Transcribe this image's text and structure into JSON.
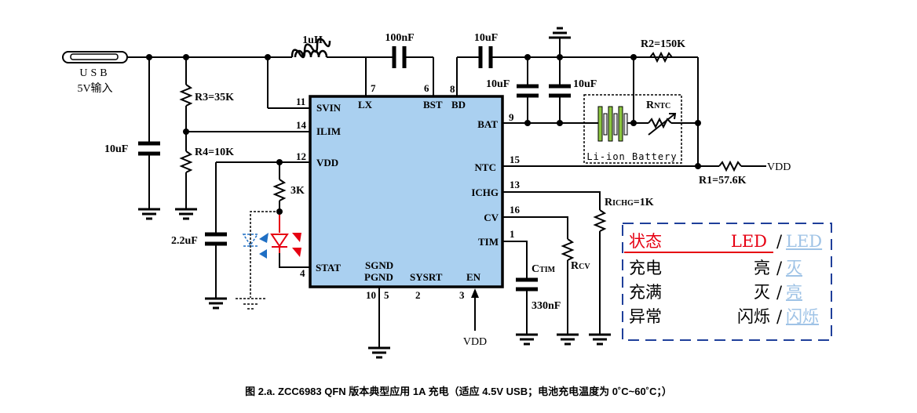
{
  "colors": {
    "ic_fill": "#aad0f0",
    "led_red": "#e60012",
    "led_blue": "#1f6fc4",
    "legend_border": "#1f3f9a",
    "legend_alt_text": "#9fc3e6",
    "battery_green": "#8cc63f"
  },
  "usb": {
    "line1": "USB",
    "line2": "5V输入"
  },
  "components": {
    "c_in": "10uF",
    "r3": "R3=35K",
    "r4": "R4=10K",
    "inductor": "1uH",
    "c_bst": "100nF",
    "c_bd": "10uF",
    "c_bat1": "10uF",
    "c_bat2": "10uF",
    "r2": "R2=150K",
    "r1": "R1=57.6K",
    "rntc_main": "R",
    "rntc_sub": "NTC",
    "battery": "Li-ion Battery",
    "vdd_ntc": "VDD",
    "r_3k": "3K",
    "c_vdd": "2.2uF",
    "richg_main": "R",
    "richg_sub": "ICHG",
    "richg_val": "=1K",
    "rcv_main": "R",
    "rcv_sub": "CV",
    "ctim_main": "C",
    "ctim_sub": "TIM",
    "ctim_val": "330nF",
    "en_vdd": "VDD"
  },
  "ic": {
    "pins_left": [
      {
        "num": "11",
        "name": "SVIN"
      },
      {
        "num": "14",
        "name": "ILIM"
      },
      {
        "num": "12",
        "name": "VDD"
      },
      {
        "num": "4",
        "name": "STAT"
      }
    ],
    "pins_top": [
      {
        "num": "7",
        "name": "LX"
      },
      {
        "num": "6",
        "name": "BST"
      },
      {
        "num": "8",
        "name": "BD"
      }
    ],
    "pins_right": [
      {
        "num": "9",
        "name": "BAT"
      },
      {
        "num": "15",
        "name": "NTC"
      },
      {
        "num": "13",
        "name": "ICHG"
      },
      {
        "num": "16",
        "name": "CV"
      },
      {
        "num": "1",
        "name": "TIM"
      }
    ],
    "pins_bottom": [
      {
        "num": "10",
        "name": "SGND"
      },
      {
        "num": "5",
        "name": "PGND"
      },
      {
        "num": "2",
        "name": "SYSRT"
      },
      {
        "num": "3",
        "name": "EN"
      }
    ]
  },
  "legend": {
    "header": {
      "state": "状态",
      "on": "LED",
      "slash": "/",
      "alt": "LED"
    },
    "rows": [
      {
        "state": "充电",
        "on": "亮",
        "slash": "/",
        "alt": "灭"
      },
      {
        "state": "充满",
        "on": "灭",
        "slash": "/",
        "alt": "亮"
      },
      {
        "state": "异常",
        "on": "闪烁",
        "slash": "/",
        "alt": "闪烁"
      }
    ]
  },
  "caption": "图 2.a. ZCC6983 QFN 版本典型应用  1A 充电（适应 4.5V USB；电池充电温度为 0˚C~60˚C；）"
}
